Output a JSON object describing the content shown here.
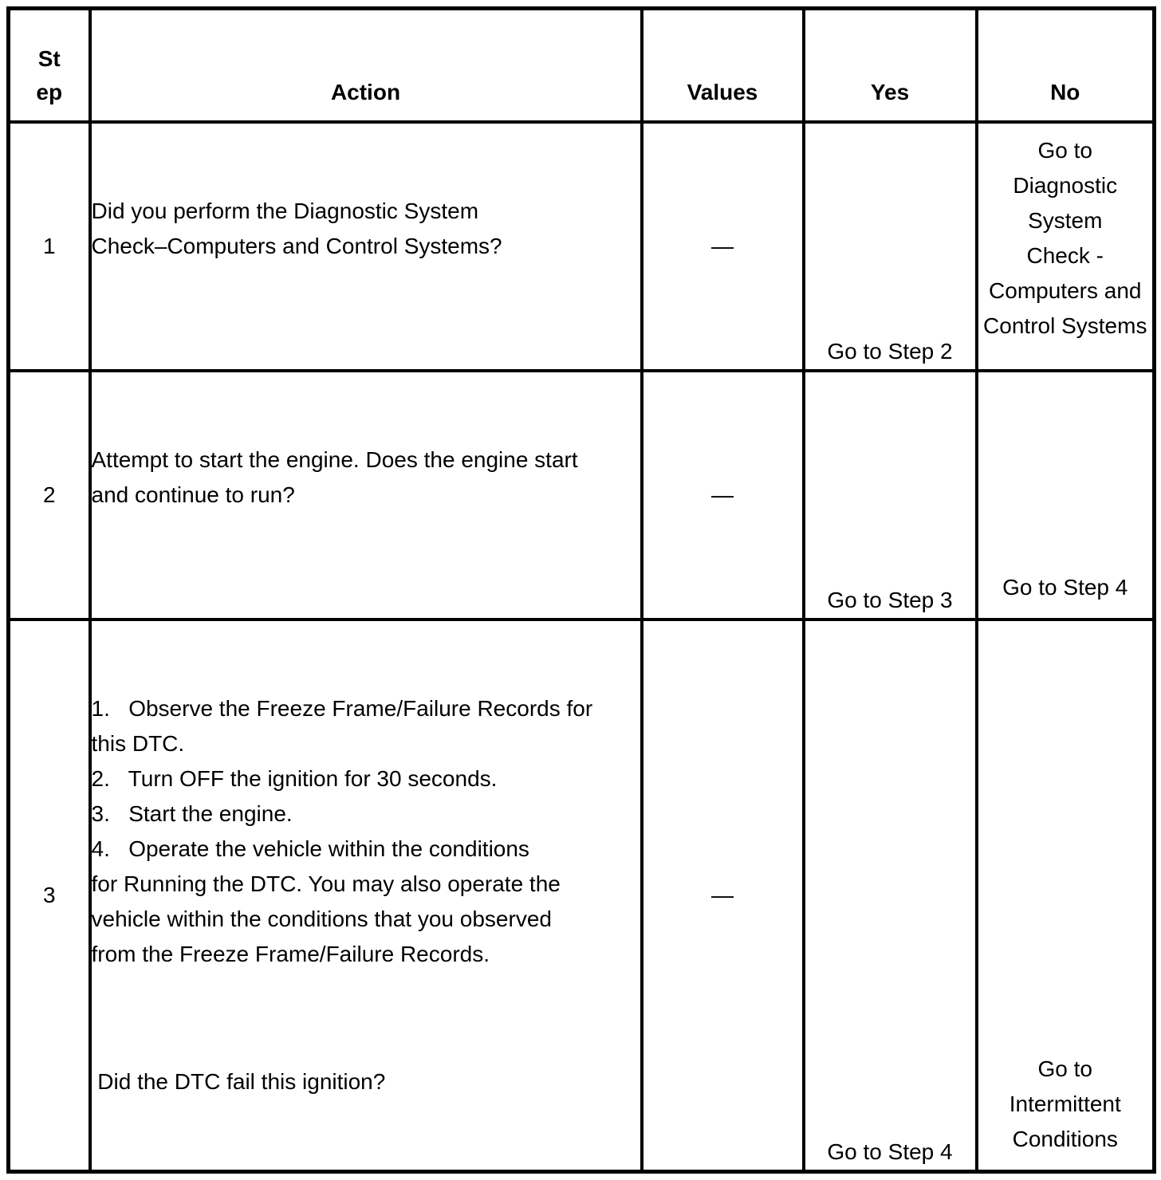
{
  "table": {
    "headers": {
      "step": "St\nep",
      "action": "Action",
      "values": "Values",
      "yes": "Yes",
      "no": "No"
    },
    "rows": [
      {
        "step": "1",
        "action_main": "Did you perform the Diagnostic System\nCheck–Computers and Control Systems?",
        "action_question": "",
        "values": "—",
        "yes": "Go to Step 2",
        "no": "Go to\nDiagnostic\nSystem\nCheck -\nComputers and\nControl Systems"
      },
      {
        "step": "2",
        "action_main": "Attempt to start the engine. Does the engine start\nand continue to run?",
        "action_question": "",
        "values": "—",
        "yes": "Go to Step 3",
        "no": "Go to Step 4"
      },
      {
        "step": "3",
        "action_main": "1.   Observe the Freeze Frame/Failure Records for\nthis DTC.\n2.   Turn OFF the ignition for 30 seconds.\n3.   Start the engine.\n4.   Operate the vehicle within the conditions\nfor Running the DTC. You may also operate the\nvehicle within the conditions that you observed\nfrom the Freeze Frame/Failure Records.",
        "action_question": " Did the DTC fail this ignition?",
        "values": "—",
        "yes": "Go to Step 4",
        "no": "Go to\nIntermittent\nConditions"
      }
    ]
  }
}
